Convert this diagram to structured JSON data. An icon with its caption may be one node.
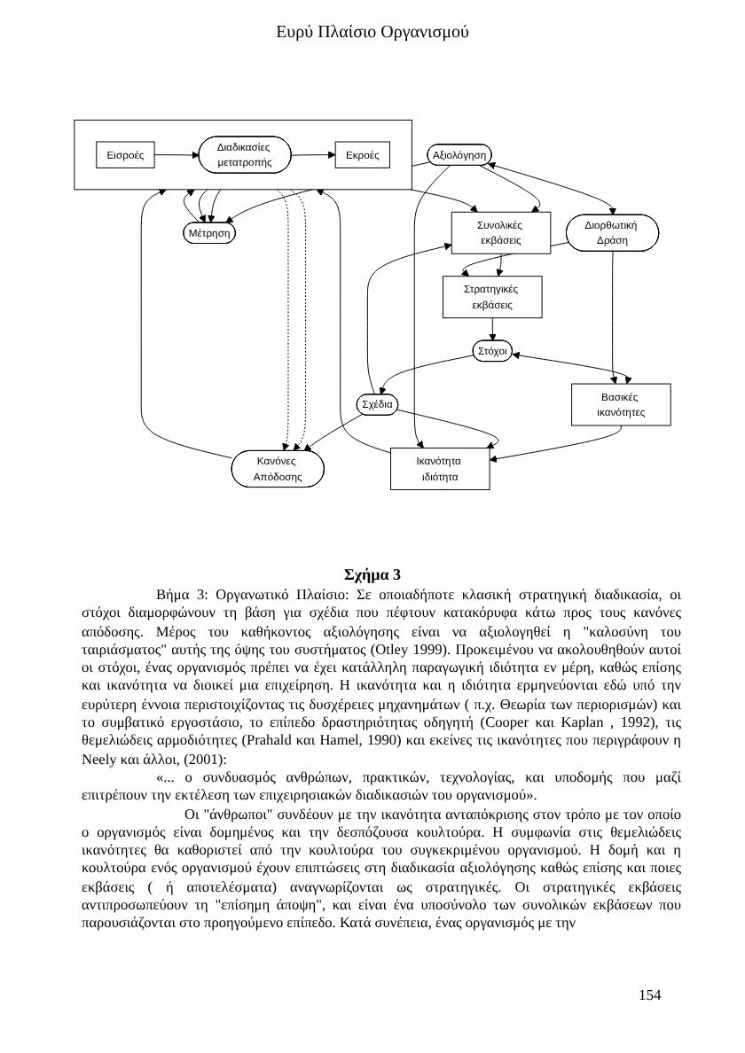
{
  "diagram": {
    "title": "Ευρύ Πλαίσιο Οργανισμού",
    "caption": "Σχήμα 3",
    "nodes": [
      {
        "text": [
          "Στόχοι"
        ]
      },
      {
        "text": [
          "Σχέδια"
        ]
      },
      {
        "text": [
          "Κανόνες Απόδοσης"
        ]
      },
      {
        "text": [
          "Βασικές ικανότητες"
        ]
      },
      {
        "text": [
          "Ικανότητα ιδιότητα"
        ]
      },
      {
        "text": [],
        "shape": "box"
      },
      {
        "text": [
          "Εισροές"
        ],
        "in": 5
      },
      {
        "text": [
          "Διαδικασίες μετατροπής"
        ],
        "in": 5
      },
      {
        "text": [
          "Εκροές"
        ],
        "in": 5
      },
      {
        "text": [
          "Συνολικές εκβάσεις"
        ]
      },
      {
        "text": [
          "Στρατηγικές εκβάσεις"
        ]
      },
      {
        "text": [
          "Μέτρηση"
        ]
      },
      {
        "text": [
          "Αξιολόγηση"
        ]
      },
      {
        "text": [
          "Διορθωτική Δράση"
        ]
      }
    ],
    "edges": [
      {
        "from": 0,
        "to": 1,
        "arrow": "to"
      },
      {
        "from": 1,
        "to": 2,
        "arrow": "to"
      },
      {
        "from": 2,
        "to": 5,
        "arrow": "to"
      },
      {
        "from": 6,
        "to": 7,
        "arrow": "to"
      },
      {
        "from": 7,
        "to": 8,
        "arrow": "to"
      },
      {
        "from": 3,
        "to": 4,
        "arrow": "to"
      },
      {
        "from": 4,
        "to": 5,
        "arrow": "to"
      },
      {
        "from": 5,
        "to": 9,
        "arrow": "to"
      },
      {
        "from": 9,
        "to": 10,
        "arrow": "to"
      },
      {
        "from": 5,
        "to": 2,
        "arrow": "to",
        "style": "dashed"
      },
      {
        "from": 5,
        "to": 2,
        "arrow": "to",
        "style": "dashed"
      },
      {
        "from": 11,
        "to": 5,
        "arrow": "to"
      },
      {
        "from": 5,
        "to": 11,
        "arrow": "to"
      },
      {
        "from": 5,
        "to": 11,
        "arrow": "to"
      },
      {
        "from": 0,
        "to": 3,
        "arrow": "both"
      },
      {
        "from": 10,
        "to": 0,
        "arrow": "to"
      },
      {
        "from": 1,
        "to": 4,
        "arrow": "to"
      },
      {
        "from": 1,
        "to": 9,
        "arrow": "to"
      },
      {
        "from": 12,
        "to": 4,
        "arrow": "to"
      },
      {
        "from": 12,
        "to": 9,
        "arrow": "to"
      },
      {
        "from": 12,
        "to": 11,
        "arrow": "to"
      },
      {
        "from": 13,
        "to": 3,
        "arrow": "to"
      },
      {
        "from": 13,
        "to": 10,
        "arrow": "to"
      },
      {
        "from": 12,
        "to": 13,
        "arrow": "both"
      }
    ],
    "labels": [
      "Βήμα 3: Οργανωτικό Πλαίσιο: Σε οποιαδήποτε κλασική στρατηγική διαδικασία, οι στόχοι διαμορφώνουν τη βάση για σχέδια που πέφτουν κατακόρυφα κάτω προς τους κανόνες απόδοσης. Μέρος του καθήκοντος αξιολόγησης είναι να αξιολογηθεί η \"καλοσύνη του ταιριάσματος\" αυτής της όψης του συστήματος (Otley 1999). Προκειμένου να ακολουθηθούν αυτοί οι στόχοι, ένας οργανισμός πρέπει να έχει κατάλληλη παραγωγική ιδιότητα εν μέρη, καθώς επίσης και ικανότητα να διοικεί μια επιχείρηση. Η ικανότητα και η ιδιότητα ερμηνεύονται εδώ υπό την ευρύτερη έννοια περιστοιχίζοντας τις δυσχέρειες μηχανημάτων ( π.χ. Θεωρία των περιορισμών) και το συμβατικό εργοστάσιο, το επίπεδο δραστηριότητας οδηγητή (Cooper και Kaplan , 1992), τις θεμελιώδεις αρμοδιότητες (Prahald και Hamel, 1990) και εκείνες τις ικανότητες που περιγράφουν η Neely και άλλοι, (2001):",
      "«... ο συνδυασμός ανθρώπων, πρακτικών, τεχνολογίας, και υποδομής που μαζί επιτρέπουν την εκτέλεση των επιχειρησιακών διαδικασιών του οργανισμού».",
      "Οι \"άνθρωποι\" συνδέουν με την ικανότητα ανταπόκρισης στον τρόπο με τον οποίο ο οργανισμός είναι δομημένος και την δεσπόζουσα κουλτούρα. Η συμφωνία στις θεμελιώδεις ικανότητες θα καθοριστεί από την κουλτούρα του συγκεκριμένου οργανισμού. Η δομή και η κουλτούρα ενός οργανισμού έχουν επιπτώσεις στη διαδικασία αξιολόγησης καθώς επίσης και ποιες εκβάσεις ( ή αποτελέσματα) αναγνωρίζονται ως στρατηγικές. Οι στρατηγικές εκβάσεις αντιπροσωπεύουν τη \"επίσημη άποψη\", και είναι ένα υποσύνολο των συνολικών εκβάσεων που παρουσιάζονται στο προηγούμενο επίπεδο. Κατά συνέπεια, ένας οργανισμός με την",
      "154"
    ]
  }
}
